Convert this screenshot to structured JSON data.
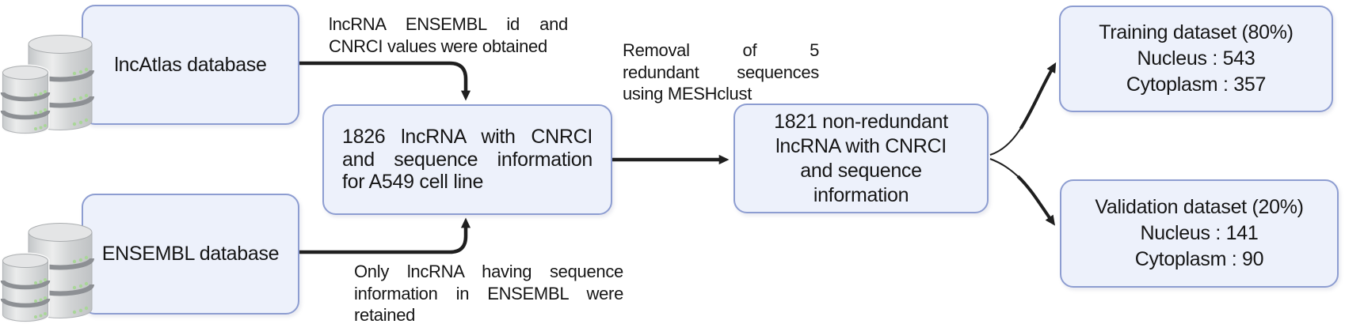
{
  "figure": {
    "type": "flowchart",
    "description": "lncRNA dataset preparation workflow"
  },
  "colors": {
    "background": "#ffffff",
    "box_fill": "#edf1fb",
    "box_border": "#8d9dd1",
    "arrow": "#1f1f1f",
    "text": "#161616",
    "db_body_light": "#e9eaeb",
    "db_body_dark": "#c3c6c8",
    "db_band": "#8d9094",
    "db_dot": "#a9d698"
  },
  "nodes": {
    "lncatlas_db": {
      "label": "lncAtlas database"
    },
    "ensembl_db": {
      "label": "ENSEMBL database"
    },
    "lncrna_1826": {
      "lines": [
        "1826 lncRNA with CNRCI",
        "and sequence information",
        "for A549 cell line"
      ]
    },
    "lncrna_1821": {
      "lines": [
        "1821 non-redundant",
        "lncRNA with CNRCI",
        "and sequence",
        "information"
      ]
    },
    "training_dataset": {
      "lines": [
        "Training dataset (80%)",
        "Nucleus : 543",
        "Cytoplasm : 357"
      ]
    },
    "validation_dataset": {
      "lines": [
        "Validation dataset (20%)",
        "Nucleus : 141",
        "Cytoplasm : 90"
      ]
    }
  },
  "edge_labels": {
    "obtained": {
      "lines": [
        "lncRNA ENSEMBL id and",
        "CNRCI values were obtained"
      ]
    },
    "removal": {
      "lines": [
        "Removal of 5",
        "redundant sequences",
        "using MESHclust"
      ]
    },
    "retained": {
      "lines": [
        "Only lncRNA having sequence",
        "information in ENSEMBL were",
        "retained"
      ]
    }
  }
}
